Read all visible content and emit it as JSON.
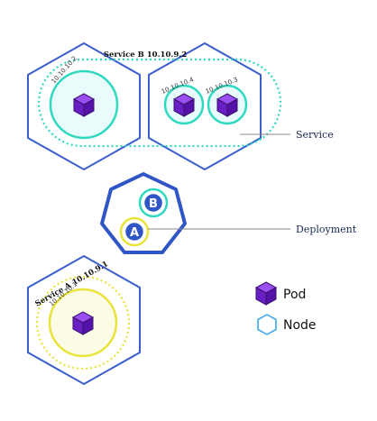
{
  "colors": {
    "node_border": "#3a5fcd",
    "service_ring": "#2fd9c0",
    "pod_fill": "#7b2bd6",
    "yellow_ring": "#e8e43a",
    "deployment_border": "#2f55c7",
    "badge_fill": "#2f55c7",
    "legend_node": "#3aa0e6"
  },
  "service_b": {
    "label": "Service B 10.10.9.2",
    "pod_ips": [
      "10.10.10.2",
      "10.10.10.4",
      "10.10.10.3"
    ]
  },
  "service_a": {
    "label": "Service A  10.10.9.1",
    "pod_ip": "10.10.10.1"
  },
  "deployment": {
    "badges": [
      "B",
      "A"
    ]
  },
  "callouts": {
    "service": "Service",
    "deployment": "Deployment"
  },
  "legend": {
    "pod": {
      "icon": "cube-icon",
      "label": "Pod"
    },
    "node": {
      "icon": "hexagon-icon",
      "label": "Node"
    }
  }
}
